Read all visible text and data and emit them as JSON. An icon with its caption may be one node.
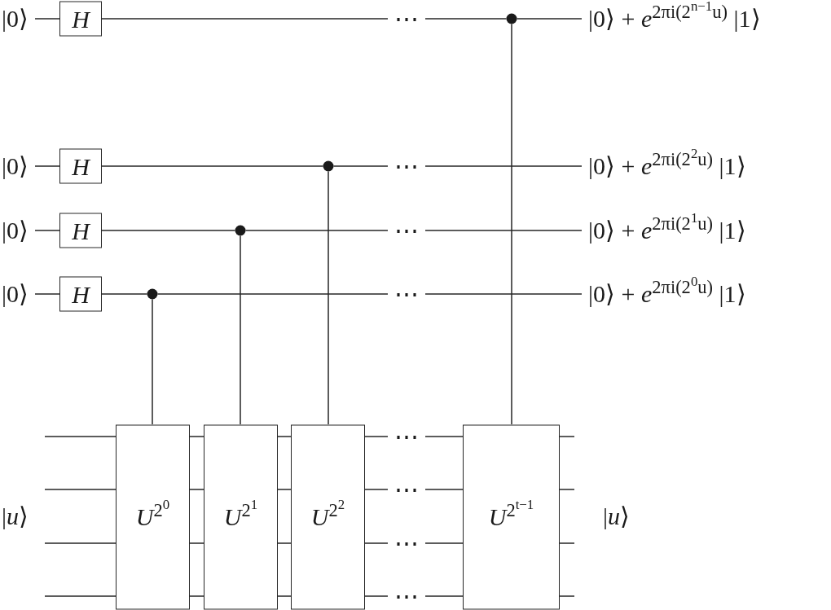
{
  "diagram": {
    "nodes": [
      {
        "text": [
          "|0⟩"
        ]
      },
      {
        "text": [
          "H"
        ]
      },
      {
        "text": [
          "⋯"
        ]
      },
      {
        "text": [],
        "shape": "circle"
      },
      {
        "text": [
          "|0⟩ + *e*$^{2πi(2}$$^{n−1}$$^{u)}$ |1⟩"
        ]
      },
      {
        "text": [
          "|0⟩"
        ]
      },
      {
        "text": [
          "H"
        ]
      },
      {
        "text": [],
        "shape": "circle"
      },
      {
        "text": [
          "⋯"
        ]
      },
      {
        "text": [
          "|0⟩ + *e*$^{2πi(2}$$^{2}$$^{u)}$ |1⟩"
        ]
      },
      {
        "text": [
          "|0⟩"
        ]
      },
      {
        "text": [
          "H"
        ]
      },
      {
        "text": [],
        "shape": "circle"
      },
      {
        "text": [
          "⋯"
        ]
      },
      {
        "text": [
          "|0⟩ + *e*$^{2πi(2}$$^{1}$$^{u)}$ |1⟩"
        ]
      },
      {
        "text": [
          "|0⟩"
        ]
      },
      {
        "text": [
          "H"
        ]
      },
      {
        "text": [],
        "shape": "circle"
      },
      {
        "text": [
          "⋯"
        ]
      },
      {
        "text": [
          "|0⟩ + *e*$^{2πi(2}$$^{0}$$^{u)}$ |1⟩"
        ]
      },
      {
        "text": [
          "*U*$^{2}$$^{0}$"
        ]
      },
      {
        "text": [
          "*U*$^{2}$$^{1}$"
        ]
      },
      {
        "text": [
          "*U*$^{2}$$^{2}$"
        ]
      },
      {
        "text": [
          "⋯"
        ]
      },
      {
        "text": [
          "⋯"
        ]
      },
      {
        "text": [
          "⋯"
        ]
      },
      {
        "text": [
          "⋯"
        ]
      },
      {
        "text": [
          "*U*$^{2}$$^{t−1}$"
        ]
      }
    ],
    "edges": [
      {
        "from": 0,
        "to": 1,
        "arrow": "none"
      },
      {
        "from": 1,
        "to": 2,
        "arrow": "none"
      },
      {
        "from": 2,
        "to": 3,
        "arrow": "none"
      },
      {
        "from": 3,
        "to": 4,
        "arrow": "none"
      },
      {
        "from": 5,
        "to": 6,
        "arrow": "none"
      },
      {
        "from": 6,
        "to": 7,
        "arrow": "none"
      },
      {
        "from": 7,
        "to": 8,
        "arrow": "none"
      },
      {
        "from": 8,
        "to": 9,
        "arrow": "none"
      },
      {
        "from": 10,
        "to": 11,
        "arrow": "none"
      },
      {
        "from": 11,
        "to": 12,
        "arrow": "none"
      },
      {
        "from": 12,
        "to": 13,
        "arrow": "none"
      },
      {
        "from": 13,
        "to": 14,
        "arrow": "none"
      },
      {
        "from": 15,
        "to": 16,
        "arrow": "none"
      },
      {
        "from": 16,
        "to": 17,
        "arrow": "none"
      },
      {
        "from": 17,
        "to": 18,
        "arrow": "none"
      },
      {
        "from": 18,
        "to": 19,
        "arrow": "none"
      },
      {
        "from": 17,
        "to": 20,
        "arrow": "none"
      },
      {
        "from": 12,
        "to": 21,
        "arrow": "none"
      },
      {
        "from": 7,
        "to": 22,
        "arrow": "none"
      },
      {
        "from": 3,
        "to": 27,
        "arrow": "none"
      },
      {
        "from": null,
        "to": 20,
        "arrow": "none"
      },
      {
        "from": 20,
        "to": 21,
        "arrow": "none"
      },
      {
        "from": 21,
        "to": 22,
        "arrow": "none"
      },
      {
        "from": 22,
        "to": 23,
        "arrow": "none"
      },
      {
        "from": 23,
        "to": 27,
        "arrow": "none"
      },
      {
        "from": 27,
        "to": null,
        "arrow": "none"
      },
      {
        "from": null,
        "to": 20,
        "arrow": "none"
      },
      {
        "from": 20,
        "to": 21,
        "arrow": "none"
      },
      {
        "from": 21,
        "to": 22,
        "arrow": "none"
      },
      {
        "from": 22,
        "to": 24,
        "arrow": "none"
      },
      {
        "from": 24,
        "to": 27,
        "arrow": "none"
      },
      {
        "from": 27,
        "to": null,
        "arrow": "none"
      },
      {
        "from": null,
        "to": 20,
        "arrow": "none"
      },
      {
        "from": 20,
        "to": 21,
        "arrow": "none"
      },
      {
        "from": 21,
        "to": 22,
        "arrow": "none"
      },
      {
        "from": 22,
        "to": 25,
        "arrow": "none"
      },
      {
        "from": 25,
        "to": 27,
        "arrow": "none"
      },
      {
        "from": 27,
        "to": null,
        "arrow": "none"
      },
      {
        "from": null,
        "to": 20,
        "arrow": "none"
      },
      {
        "from": 20,
        "to": 21,
        "arrow": "none"
      },
      {
        "from": 21,
        "to": 22,
        "arrow": "none"
      },
      {
        "from": 22,
        "to": 26,
        "arrow": "none"
      },
      {
        "from": 26,
        "to": 27,
        "arrow": "none"
      },
      {
        "from": 27,
        "to": null,
        "arrow": "none"
      }
    ],
    "labels": [
      "|*u*⟩",
      "|*u*⟩"
    ]
  }
}
